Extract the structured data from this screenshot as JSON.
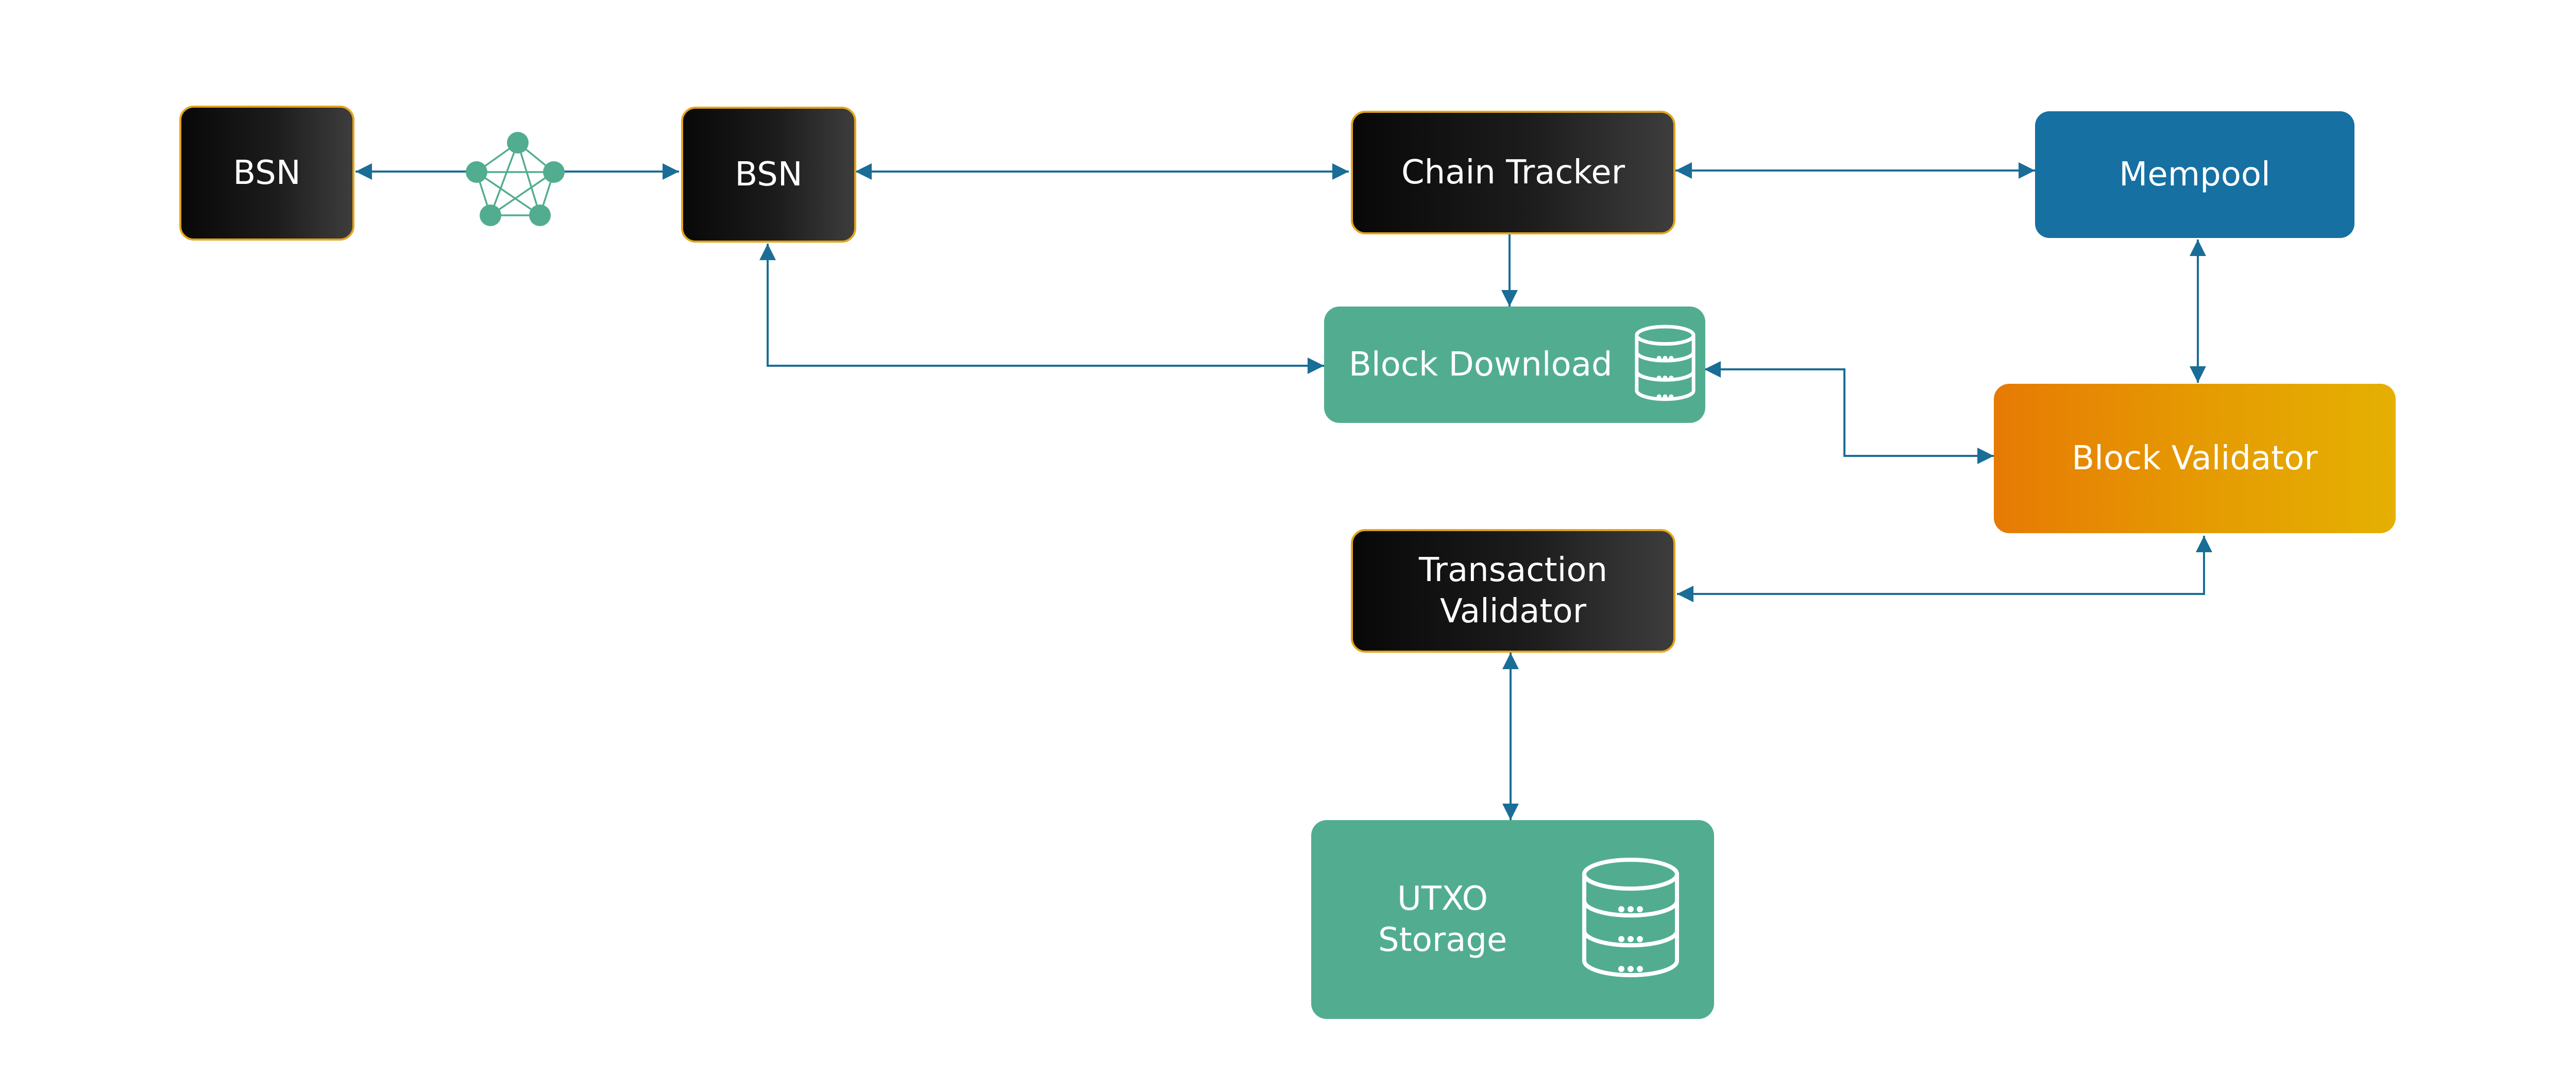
{
  "colors": {
    "arrow": "#1a6d96",
    "dark_border": "#e3a51c",
    "storage": "#52ad90",
    "mempool": "#1670a2",
    "validator_start": "#e67a04",
    "validator_end": "#e5b002",
    "network": "#52ad90"
  },
  "nodes": {
    "bsn_left": "BSN",
    "bsn_right": "BSN",
    "chain_tracker": "Chain Tracker",
    "mempool": "Mempool",
    "block_download": "Block Download",
    "block_validator": "Block Validator",
    "transaction_validator": "Transaction\nValidator",
    "utxo_storage": "UTXO\nStorage"
  },
  "icons": {
    "network": "network-mesh-icon",
    "database": "database-icon"
  }
}
